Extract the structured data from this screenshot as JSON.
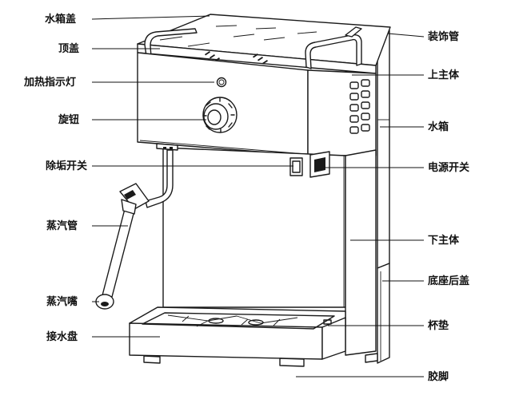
{
  "labels": {
    "left": {
      "water_tank_lid": "水箱盖",
      "top_cover": "顶盖",
      "heating_indicator": "加热指示灯",
      "knob": "旋钮",
      "descale_switch": "除垢开关",
      "steam_pipe": "蒸汽管",
      "steam_nozzle": "蒸汽嘴",
      "drip_tray": "接水盘"
    },
    "right": {
      "decorative_pipe": "装饰管",
      "upper_body": "上主体",
      "water_tank": "水箱",
      "power_switch": "电源开关",
      "lower_body": "下主体",
      "base_rear_cover": "底座后盖",
      "cup_pad": "杯垫",
      "rubber_foot": "胶脚"
    }
  }
}
